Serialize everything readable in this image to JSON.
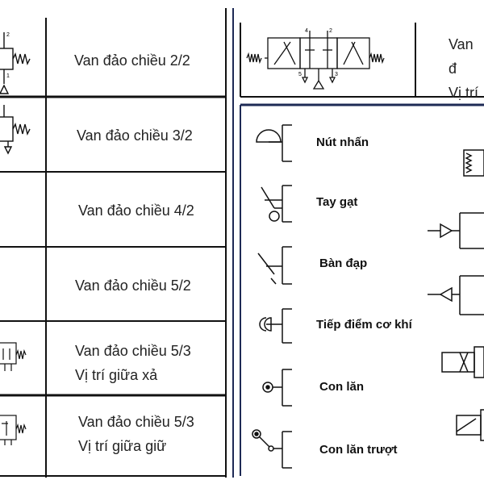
{
  "valve_table": {
    "rows": [
      {
        "line1": "Van đảo chiều 2/2",
        "line2": ""
      },
      {
        "line1": "Van đảo chiều 3/2",
        "line2": ""
      },
      {
        "line1": "Van đảo chiều 4/2",
        "line2": ""
      },
      {
        "line1": "Van đảo chiều 5/2",
        "line2": ""
      },
      {
        "line1": "Van đảo chiều 5/3",
        "line2": "Vị trí giữa xả"
      },
      {
        "line1": "Van đảo chiều 5/3",
        "line2": "Vị trí giữa giữ"
      }
    ]
  },
  "top_right": {
    "line1": "Van đ",
    "line2": "Vị trí"
  },
  "actuators": {
    "items": [
      {
        "label": "Nút nhấn",
        "icon": "push-button-icon"
      },
      {
        "label": "Tay gạt",
        "icon": "lever-icon"
      },
      {
        "label": "Bàn đạp",
        "icon": "pedal-icon"
      },
      {
        "label": "Tiếp điểm cơ khí",
        "icon": "mechanical-contact-icon"
      },
      {
        "label": "Con lăn",
        "icon": "roller-icon"
      },
      {
        "label": "Con lăn trượt",
        "icon": "idle-roller-icon"
      }
    ]
  },
  "port_labels": {
    "p1": "1",
    "p2": "2",
    "p3": "3",
    "p4": "4",
    "p5": "5"
  }
}
